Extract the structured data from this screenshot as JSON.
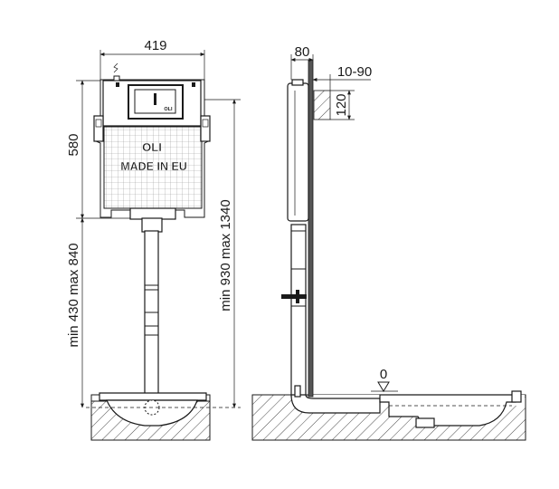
{
  "front_view": {
    "width_label": "419",
    "tank_height_label": "580",
    "floor_height_label": "min 430 max 840",
    "total_height_label": "min 930 max 1340",
    "tank_marks": [
      "OLI",
      "MADE IN EU"
    ],
    "plate_mark": "OLI"
  },
  "side_view": {
    "depth_label": "80",
    "wall_gap_label": "10-90",
    "bracket_label": "120",
    "floor_level_label": "0"
  },
  "colors": {
    "line": "#1a1a1a",
    "grid": "#9a9a9a",
    "wall": "#555555"
  }
}
